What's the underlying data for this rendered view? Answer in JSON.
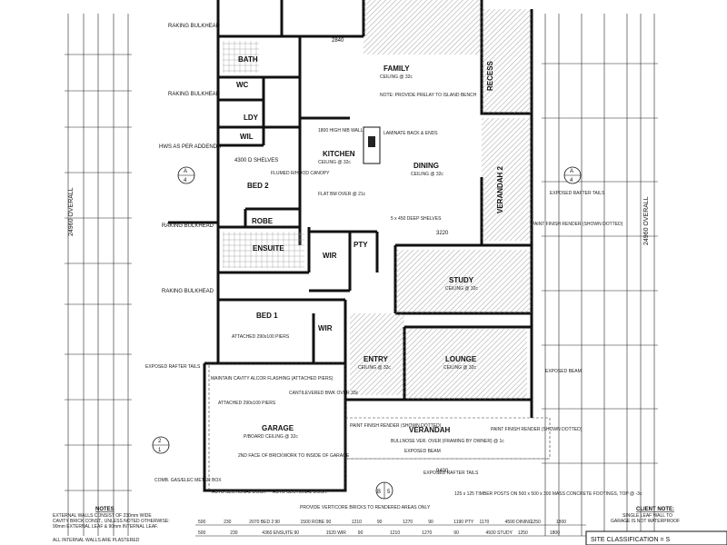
{
  "rooms": {
    "family": {
      "name": "FAMILY",
      "ceiling": "CEILING @ 32c"
    },
    "recess": {
      "name": "RECESS"
    },
    "kitchen": {
      "name": "KITCHEN",
      "ceiling": "CEILING @ 32c"
    },
    "dining": {
      "name": "DINING",
      "ceiling": "CEILING @ 32c"
    },
    "verandah2": {
      "name": "VERANDAH 2"
    },
    "bath": {
      "name": "BATH"
    },
    "wc": {
      "name": "WC"
    },
    "ldy": {
      "name": "LDY"
    },
    "wil": {
      "name": "WIL"
    },
    "bed2": {
      "name": "BED 2"
    },
    "robe": {
      "name": "ROBE"
    },
    "ensuite": {
      "name": "ENSUITE"
    },
    "wir1": {
      "name": "WIR"
    },
    "pty": {
      "name": "PTY"
    },
    "bed1": {
      "name": "BED 1"
    },
    "wir2": {
      "name": "WIR"
    },
    "study": {
      "name": "STUDY",
      "ceiling": "CEILING @ 32c"
    },
    "entry": {
      "name": "ENTRY",
      "ceiling": "CEILING @ 32c"
    },
    "lounge": {
      "name": "LOUNGE",
      "ceiling": "CEILING @ 32c"
    },
    "verandah": {
      "name": "VERANDAH"
    },
    "garage": {
      "name": "GARAGE",
      "ceiling": "P/BOARD CEILING @ 32c"
    }
  },
  "labels": {
    "raking_bulkhead_1": "RAKING BULKHEAD",
    "raking_bulkhead_2": "RAKING BULKHEAD",
    "raking_bulkhead_3": "RAKING BULKHEAD",
    "raking_bulkhead_4": "RAKING BULKHEAD",
    "hws": "HWS AS PER ADDENDA",
    "shelves_4300": "4300 D SHELVES",
    "flumed_canopy": "FLUMED R/HOOD CANOPY",
    "laminate": "LAMINATE BACK & ENDS",
    "high_wall": "1800 HIGH NIB WALL",
    "flat_bm": "FLAT BM OVER @ 21c",
    "note_island": "NOTE: PROVIDE PRELAY TO ISLAND BENCH",
    "deep_shelves": "5 x 450 DEEP SHELVES",
    "exposed_rafter_1": "EXPOSED RAFTER TAILS",
    "exposed_rafter_2": "EXPOSED RAFTER TAILS",
    "exposed_rafter_3": "EXPOSED RAFTER TAILS",
    "paint_finish_1": "PAINT FINISH RENDER (SHOWN DOTTED)",
    "paint_finish_2": "PAINT FINISH RENDER (SHOWN DOTTED)",
    "paint_finish_3": "PAINT FINISH RENDER (SHOWN DOTTED)",
    "exposed_beam_1": "EXPOSED BEAM",
    "exposed_beam_2": "EXPOSED BEAM",
    "attached_piers_1": "ATTACHED 290x100 PIERS",
    "attached_piers_2": "ATTACHED 290x100 PIERS",
    "maintain_cavity": "MAINTAIN CAVITY ALCOR FLASHING (ATTACHED PIERS)",
    "cantilevered": "CANTILEVERED BWK OVER 33c",
    "bullnose": "BULLNOSE VER. OVER (FRAMING BY OWNER) @ 1c",
    "face_brickwork": "2ND FACE OF BRICKWORK TO INSIDE OF GARAGE",
    "comb_meter": "COMB. GAS/ELEC METER BOX",
    "vertical_bricks": "PROVIDE VERTICORE BRICKS TO RENDERED AREAS ONLY",
    "posts": "125 x 125 TIMBER POSTS ON 500 x 500 x 300 MASS CONCRETE FOOTINGS, TOP @ -3c",
    "auto_door_1": "AUTO SECTIONAL DOOR",
    "auto_door_2": "AUTO SECTIONAL DOOR",
    "overall_left": "24960 OVERALL",
    "overall_right": "24960 OVERALL",
    "dim_9400": "9400",
    "dim_3220": "3220",
    "dim_2840": "2840"
  },
  "notes": {
    "title": "NOTES",
    "line1": "EXTERNAL WALLS CONSIST OF 230mm WIDE",
    "line2": "CAVITY BRICK CONST., UNLESS NOTED OTHERWISE:",
    "line3": "90mm EXTERNAL LEAF & 90mm INTERNAL LEAF.",
    "line4": "ALL INTERNAL WALLS ARE PLASTERED"
  },
  "client_note": {
    "title": "CLIENT NOTE:",
    "line1": "SINGLE LEAF WALL TO",
    "line2": "GARAGE IS NOT WATERPROOF"
  },
  "site_class": "SITE CLASSIFICATION = S",
  "bottom_dims": {
    "row1": [
      "500",
      "230",
      "2070 BED 2",
      "90",
      "1500 ROBE",
      "90",
      "1210",
      "90",
      "1270",
      "90",
      "1190 PTY",
      "1170",
      "4590 DINING",
      "1250",
      "1800"
    ],
    "row2": [
      "500",
      "230",
      "4360 ENSUITE",
      "90",
      "1520 WIR",
      "90",
      "1210",
      "1270",
      "90",
      "4930 STUDY",
      "1250",
      "1800"
    ]
  },
  "sections": {
    "a_left": "A",
    "a_left_num": "4",
    "a_right": "A",
    "a_right_num": "4",
    "b": "B",
    "b_num": "5",
    "two": "2",
    "one": "1"
  }
}
